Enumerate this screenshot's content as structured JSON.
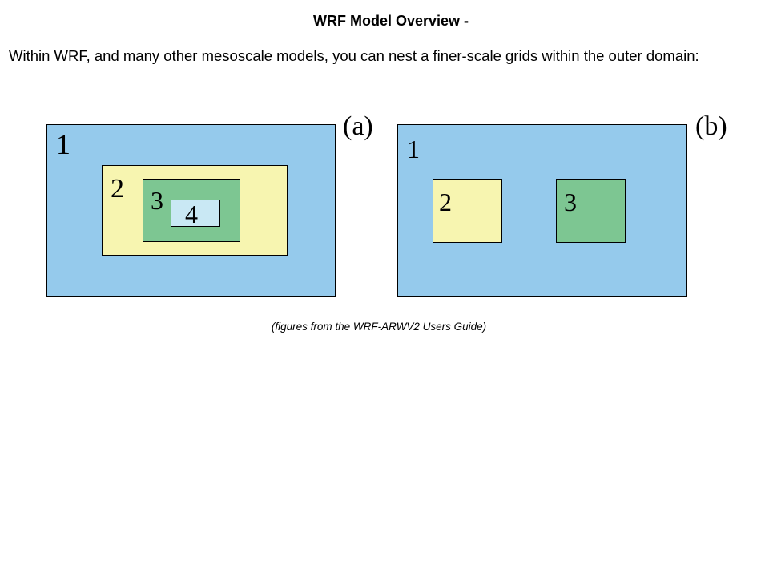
{
  "title": "WRF Model Overview -",
  "intro": "Within WRF, and many other mesoscale models, you can nest a finer-scale grids within the outer domain:",
  "panels": [
    {
      "label": "(a)",
      "domains": [
        {
          "id": "1",
          "color": "#95caec"
        },
        {
          "id": "2",
          "color": "#f7f5b0"
        },
        {
          "id": "3",
          "color": "#7dc692"
        },
        {
          "id": "4",
          "color": "#c9e8f4"
        }
      ]
    },
    {
      "label": "(b)",
      "domains": [
        {
          "id": "1",
          "color": "#95caec"
        },
        {
          "id": "2",
          "color": "#f7f5b0"
        },
        {
          "id": "3",
          "color": "#7dc692"
        }
      ]
    }
  ],
  "caption": "(figures from the WRF-ARWV2 Users Guide)"
}
